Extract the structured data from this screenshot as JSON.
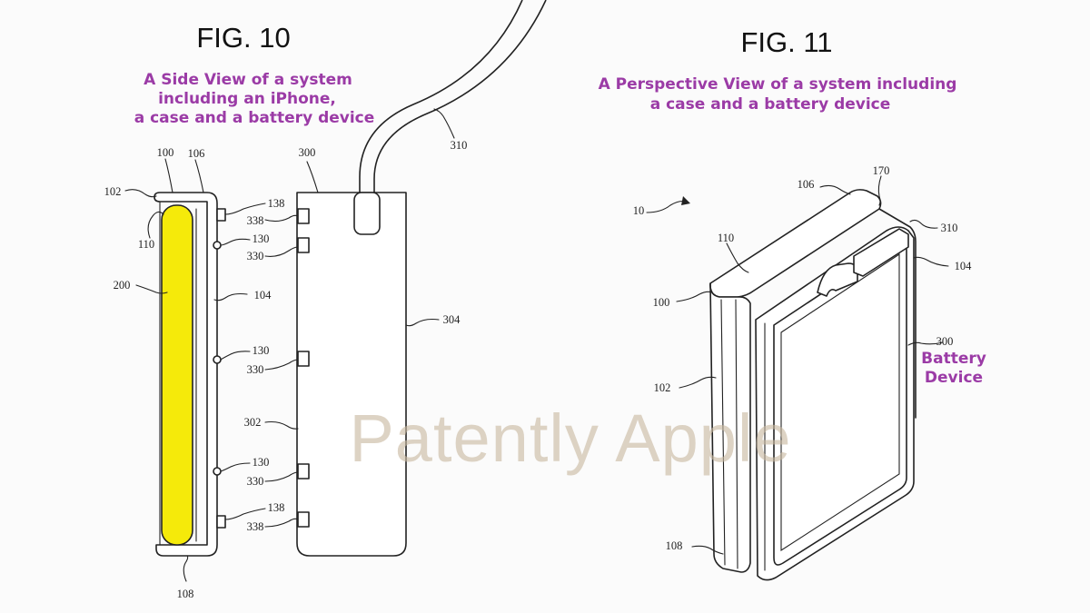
{
  "fig10": {
    "title": "FIG. 10",
    "caption_lines": [
      "A Side View of a system",
      "including an iPhone,",
      "a case and a battery device"
    ],
    "refs": {
      "r100": "100",
      "r106": "106",
      "r102": "102",
      "r110": "110",
      "r200": "200",
      "r104": "104",
      "r108": "108",
      "r300": "300",
      "r310": "310",
      "r304": "304",
      "r302": "302",
      "r138a": "138",
      "r338a": "338",
      "r130a": "130",
      "r330a": "330",
      "r130b": "130",
      "r330b": "330",
      "r130c": "130",
      "r330c": "330",
      "r138b": "138",
      "r338b": "338"
    }
  },
  "fig11": {
    "title": "FIG. 11",
    "caption_lines": [
      "A Perspective View of a system including",
      "a case and a battery device"
    ],
    "battery_label_lines": [
      "Battery",
      "Device"
    ],
    "refs": {
      "r10": "10",
      "r106": "106",
      "r170": "170",
      "r310": "310",
      "r104": "104",
      "r110": "110",
      "r100": "100",
      "r300": "300",
      "r102": "102",
      "r108": "108"
    }
  },
  "watermark": "Patently Apple",
  "colors": {
    "highlight": "#f5ea0a",
    "caption": "#9b3ba6",
    "watermark": "#c8b8a0"
  }
}
